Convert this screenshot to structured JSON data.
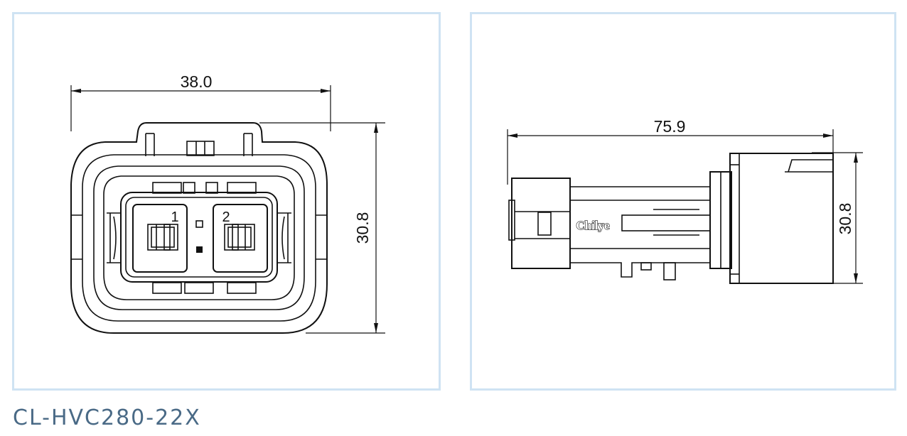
{
  "part_number": "CL-HVC280-22X",
  "front_view": {
    "width_dim": "38.0",
    "height_dim": "30.8",
    "pin_labels": [
      "1",
      "2"
    ]
  },
  "side_view": {
    "length_dim": "75.9",
    "height_dim": "30.8",
    "logo_text": "Chilye"
  }
}
